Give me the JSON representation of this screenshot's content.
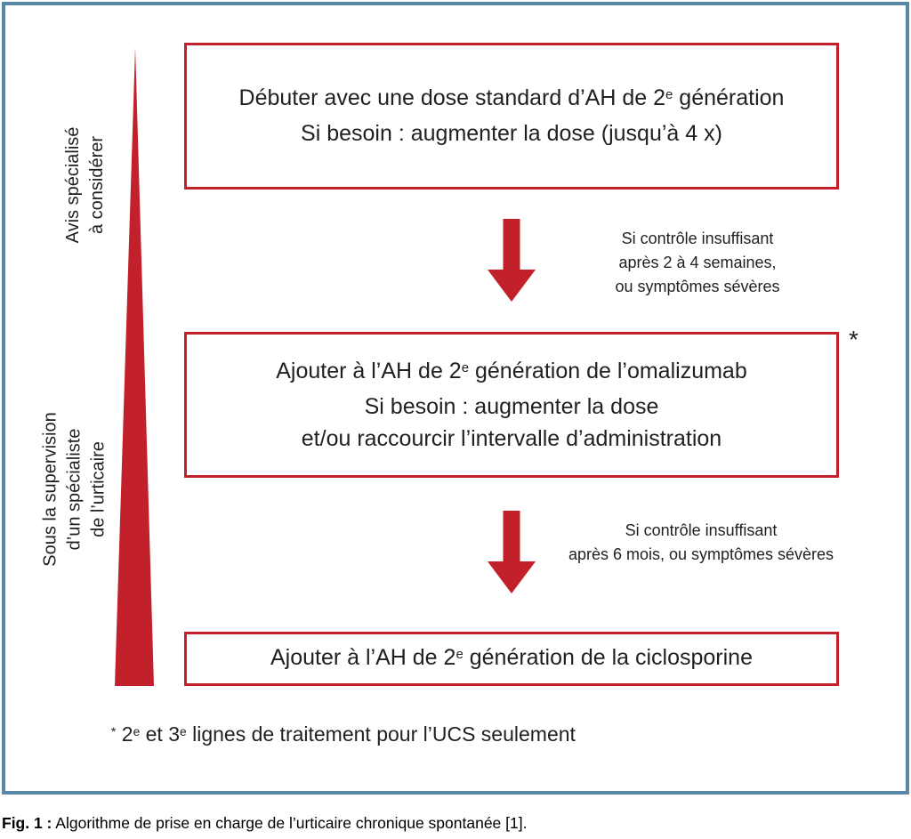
{
  "colors": {
    "accent_red": "#c2202a",
    "frame_blue": "#5b87a6",
    "text_color": "#231f20"
  },
  "side_labels": {
    "top": {
      "line1": "Avis spécialisé",
      "line2": "à considérer"
    },
    "bottom": {
      "line1": "Sous la supervision",
      "line2": "d’un spécialiste",
      "line3": "de l’urticaire"
    }
  },
  "boxes": {
    "box1": {
      "line1_pre": "Débuter avec une dose standard d’AH de 2",
      "line1_sup": "e",
      "line1_post": " génération",
      "line2": "Si besoin : augmenter la dose (jusqu’à 4 x)"
    },
    "box2": {
      "line1_pre": "Ajouter à l’AH de 2",
      "line1_sup": "e",
      "line1_post": " génération de l’omalizumab",
      "line2": "Si besoin : augmenter la dose",
      "line3": "et/ou raccourcir l’intervalle d’administration",
      "asterisk": "*"
    },
    "box3": {
      "line1_pre": "Ajouter à l’AH de 2",
      "line1_sup": "e",
      "line1_post": " génération de la ciclosporine"
    }
  },
  "arrows": {
    "arrow1": {
      "label_line1": "Si contrôle insuffisant",
      "label_line2": "après 2 à 4 semaines,",
      "label_line3": "ou symptômes sévères"
    },
    "arrow2": {
      "label_line1": "Si contrôle insuffisant",
      "label_line2": "après 6 mois, ou symptômes sévères"
    }
  },
  "footnote": {
    "marker": "*",
    "part1": " 2",
    "sup1": "e",
    "part2": " et 3",
    "sup2": "e",
    "part3": " lignes de traitement pour l’UCS seulement"
  },
  "caption": {
    "label": "Fig. 1 :",
    "text": " Algorithme de prise en charge de l’urticaire chronique spontanée [1]."
  }
}
